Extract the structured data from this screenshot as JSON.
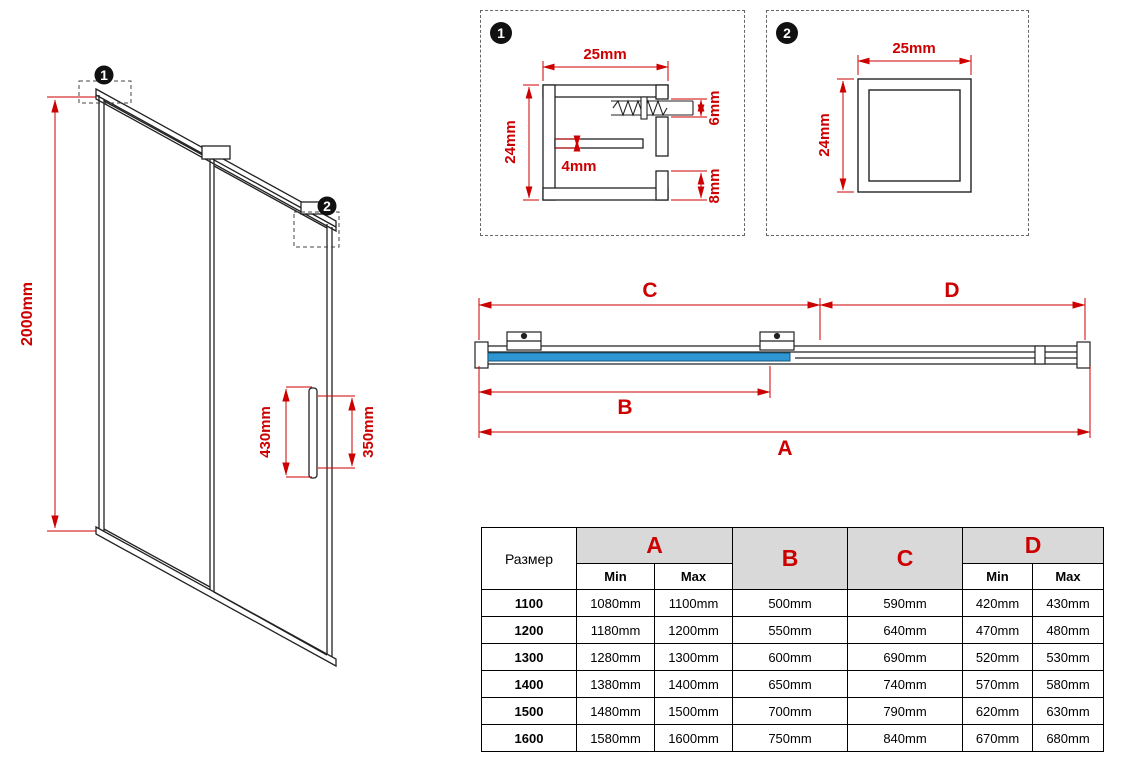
{
  "colors": {
    "dimension_red": "#cc0000",
    "line_black": "#1a1a1a",
    "glass_blue": "#2e96d2",
    "table_header_gray": "#d9d9d9"
  },
  "door_view": {
    "height": "2000mm",
    "handle_dim_outer": "430mm",
    "handle_dim_inner": "350mm",
    "marker1": "1",
    "marker2": "2"
  },
  "detail1": {
    "badge": "1",
    "dim_width": "25mm",
    "dim_height": "24mm",
    "dim_screw_gap": "6mm",
    "dim_slot": "4mm",
    "dim_bottom_lip": "8mm"
  },
  "detail2": {
    "badge": "2",
    "dim_width": "25mm",
    "dim_height": "24mm"
  },
  "track_view": {
    "dim_a": "A",
    "dim_b": "B",
    "dim_c": "C",
    "dim_d": "D"
  },
  "table": {
    "size_header": "Размер",
    "col_a": "A",
    "col_b": "B",
    "col_c": "C",
    "col_d": "D",
    "min_label": "Min",
    "max_label": "Max",
    "rows": [
      [
        "1100",
        "1080mm",
        "1100mm",
        "500mm",
        "590mm",
        "420mm",
        "430mm"
      ],
      [
        "1200",
        "1180mm",
        "1200mm",
        "550mm",
        "640mm",
        "470mm",
        "480mm"
      ],
      [
        "1300",
        "1280mm",
        "1300mm",
        "600mm",
        "690mm",
        "520mm",
        "530mm"
      ],
      [
        "1400",
        "1380mm",
        "1400mm",
        "650mm",
        "740mm",
        "570mm",
        "580mm"
      ],
      [
        "1500",
        "1480mm",
        "1500mm",
        "700mm",
        "790mm",
        "620mm",
        "630mm"
      ],
      [
        "1600",
        "1580mm",
        "1600mm",
        "750mm",
        "840mm",
        "670mm",
        "680mm"
      ]
    ]
  }
}
